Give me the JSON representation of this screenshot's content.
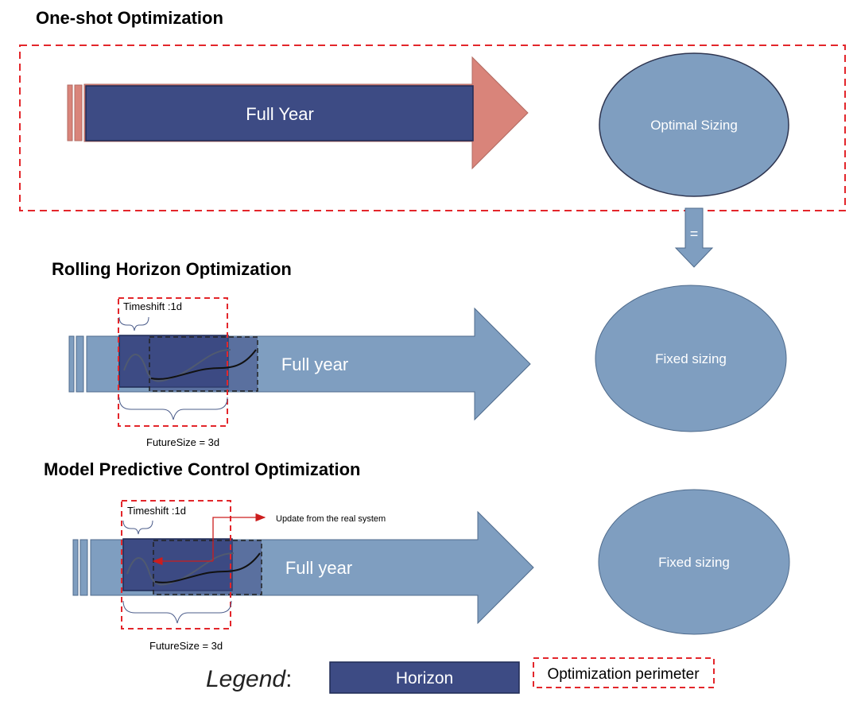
{
  "colors": {
    "horizon": "#3d4b84",
    "pastel_arrow": "#7f9ec0",
    "salmon_arrow": "#d9847a",
    "ellipse": "#7f9ec0",
    "perimeter": "#e3262b",
    "update_arrow": "#cc1d1d"
  },
  "one_shot": {
    "title_light": "One-shot ",
    "title_bold": "Optimization",
    "horizon_label": "Full Year",
    "result_label": "Optimal Sizing"
  },
  "equals_arrow": {
    "label": "="
  },
  "rolling": {
    "title": "Rolling Horizon Optimization",
    "timeshift_label": "Timeshift :1d",
    "future_label": "FutureSize = 3d",
    "arrow_label": "Full year",
    "result_label": "Fixed sizing"
  },
  "mpc": {
    "title": "Model Predictive Control Optimization",
    "timeshift_label": "Timeshift :1d",
    "future_label": "FutureSize = 3d",
    "update_label": "Update from the real system",
    "arrow_label": "Full year",
    "result_label": "Fixed sizing"
  },
  "legend": {
    "word": "Legend",
    "colon": ":",
    "horizon_label": "Horizon",
    "perimeter_label": "Optimization perimeter"
  }
}
